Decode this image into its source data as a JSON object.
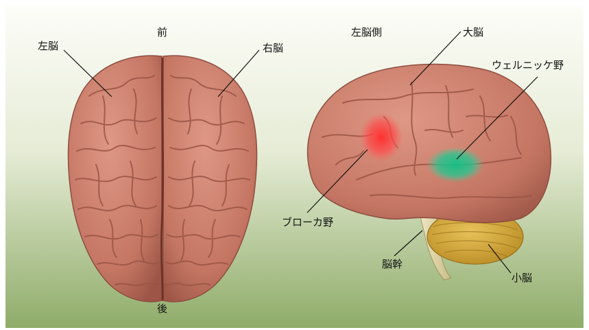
{
  "labels": {
    "front": "前",
    "back": "後",
    "left_brain": "左脳",
    "right_brain": "右脳",
    "left_side_view": "左脳側",
    "cerebrum": "大脳",
    "wernicke_area": "ウェルニッケ野",
    "broca_area": "ブローカ野",
    "brainstem": "脳幹",
    "cerebellum": "小脳"
  },
  "colors": {
    "background_top": "#fcfdf8",
    "background_bottom": "#92ae6d",
    "brain": "#c97f6d",
    "broca_highlight": "#ff3b3b",
    "wernicke_highlight": "#12c28a",
    "cerebellum": "#d4a93c",
    "brainstem": "#d9cfa0"
  }
}
